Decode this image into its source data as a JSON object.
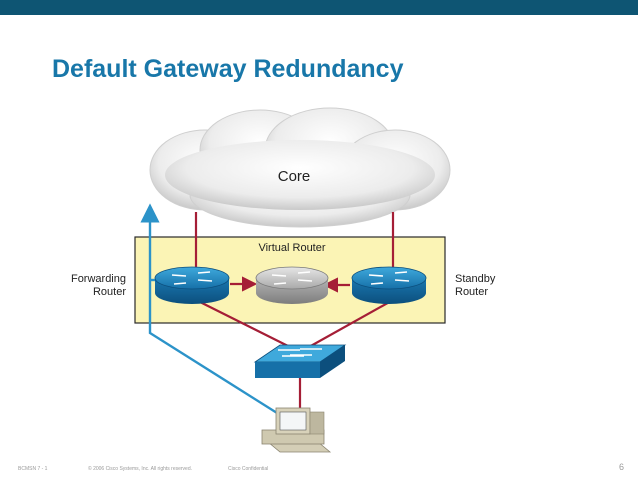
{
  "slide": {
    "title": "Default Gateway Redundancy",
    "accent_color": "#1877a9",
    "bar_color": "#0e5573"
  },
  "diagram": {
    "cloud_label": "Core",
    "virtual_router_label": "Virtual Router",
    "forwarding_router_label": "Forwarding\nRouter",
    "standby_router_label": "Standby\nRouter",
    "link_color": "#a51e36",
    "traffic_color": "#2c93c9",
    "virtual_box_color": "#fbf4b5"
  },
  "footer": {
    "code": "BCMSN 7 - 1",
    "copyright": "© 2006 Cisco Systems, Inc. All rights reserved.",
    "confidential": "Cisco Confidential",
    "page_number": "6"
  }
}
